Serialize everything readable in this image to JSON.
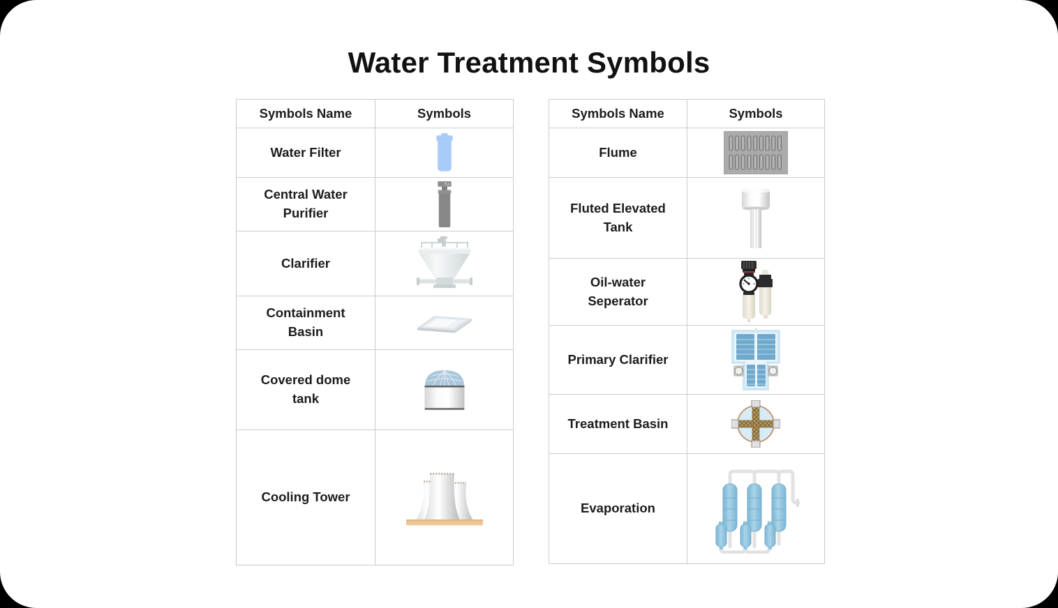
{
  "title": "Water Treatment Symbols",
  "colors": {
    "page_background": "#000000",
    "card_background": "#ffffff",
    "table_border": "#c7cbce",
    "text": "#1c1c1c",
    "water_filter_blue": "#a9cbf8",
    "purifier_gray": "#8a8a8a",
    "flume_gray": "#ababab",
    "separator_black": "#2b2b2b",
    "clarifier_panel_blue": "#6fa9ce",
    "basin_truss_tan": "#bb9c60",
    "basin_water_blue": "#d6edf8",
    "evaporator_blue": "#8fc3de",
    "cooling_tower_base_tan": "#edc795"
  },
  "tables": [
    {
      "id": "left",
      "headers": [
        "Symbols Name",
        "Symbols"
      ],
      "rows": [
        {
          "name": "Water Filter",
          "symbol": "water-filter"
        },
        {
          "name": "Central Water Purifier",
          "symbol": "central-water-purifier"
        },
        {
          "name": "Clarifier",
          "symbol": "clarifier"
        },
        {
          "name": "Containment Basin",
          "symbol": "containment-basin"
        },
        {
          "name": "Covered dome tank",
          "symbol": "covered-dome-tank"
        },
        {
          "name": "Cooling Tower",
          "symbol": "cooling-tower"
        }
      ]
    },
    {
      "id": "right",
      "headers": [
        "Symbols Name",
        "Symbols"
      ],
      "rows": [
        {
          "name": "Flume",
          "symbol": "flume"
        },
        {
          "name": "Fluted Elevated Tank",
          "symbol": "fluted-elevated-tank"
        },
        {
          "name": "Oil-water Seperator",
          "symbol": "oil-water-seperator"
        },
        {
          "name": "Primary Clarifier",
          "symbol": "primary-clarifier"
        },
        {
          "name": "Treatment Basin",
          "symbol": "treatment-basin"
        },
        {
          "name": "Evaporation",
          "symbol": "evaporation"
        }
      ]
    }
  ]
}
